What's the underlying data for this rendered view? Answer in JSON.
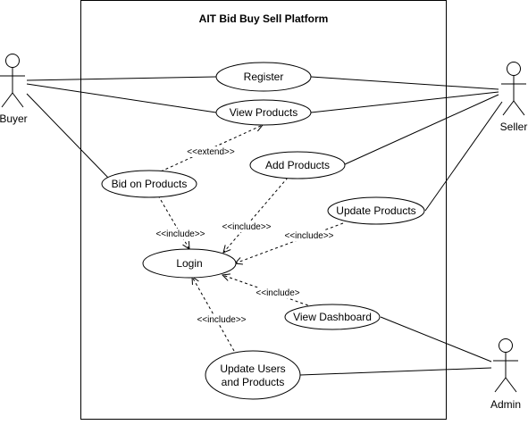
{
  "system": {
    "title": "AIT Bid Buy Sell Platform"
  },
  "actors": {
    "buyer": "Buyer",
    "seller": "Seller",
    "admin": "Admin"
  },
  "use_cases": {
    "register": "Register",
    "view_products": "View Products",
    "bid_on_products": "Bid on Products",
    "add_products": "Add Products",
    "update_products": "Update Products",
    "login": "Login",
    "view_dashboard": "View Dashboard",
    "update_users_line1": "Update Users",
    "update_users_line2": "and Products"
  },
  "stereotypes": {
    "extend": "<<extend>>",
    "include_bid": "<<include>>",
    "include_add": "<<include>>",
    "include_update": "<<include>>",
    "include_dashboard": "<<include>",
    "include_admin": "<<include>>"
  }
}
